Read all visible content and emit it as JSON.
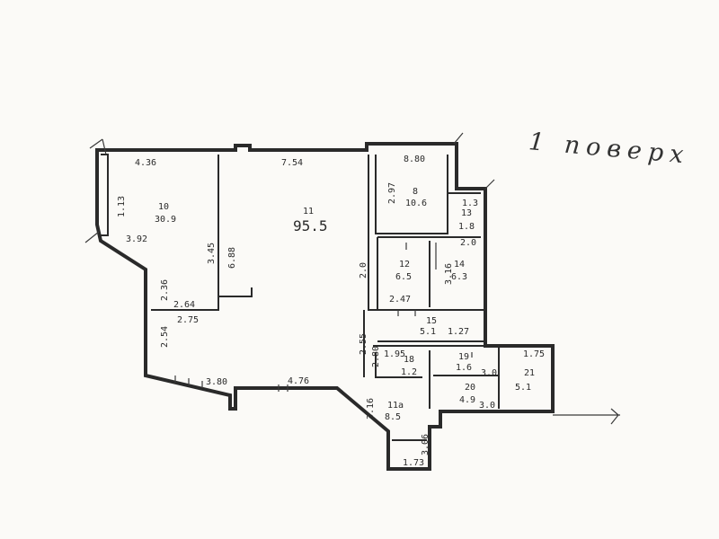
{
  "floor_label": "1 поверх",
  "rooms": [
    {
      "number": "10",
      "area": "30.9"
    },
    {
      "number": "11",
      "area": "95.5"
    },
    {
      "number": "8",
      "area": "10.6"
    },
    {
      "number": "13",
      "area": "1.8"
    },
    {
      "number": "12",
      "area": "6.5"
    },
    {
      "number": "14",
      "area": "6.3"
    },
    {
      "number": "15",
      "area": "5.1"
    },
    {
      "number": "18",
      "area": "1.2"
    },
    {
      "number": "19",
      "area": "1.6"
    },
    {
      "number": "20",
      "area": "4.9"
    },
    {
      "number": "21",
      "area": "5.1"
    },
    {
      "number": "11а",
      "area": "8.5"
    }
  ],
  "dimensions": [
    "4.36",
    "7.54",
    "8.80",
    "3.92",
    "2.64",
    "2.75",
    "3.80",
    "4.76",
    "2.0",
    "1.27",
    "3.16",
    "2.47",
    "1.75",
    "1.95",
    "3.0",
    "3.0",
    "1.73",
    "3.16",
    "3.45",
    "6.88",
    "2.54",
    "2.36",
    "1.13",
    "1.3",
    "2.0",
    "2.97",
    "2.55",
    "2.80",
    "3.06"
  ]
}
